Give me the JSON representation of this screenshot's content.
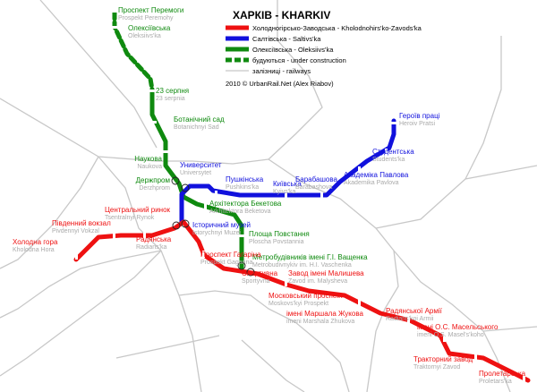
{
  "title": "ХАРКІВ - KHARKIV",
  "credit": "2010 © UrbanRail.Net (Alex Riabov)",
  "colors": {
    "red": "#ee1111",
    "blue": "#1111dd",
    "green": "#0f8a0f",
    "rail": "#c8c8c8"
  },
  "legend": [
    {
      "key": "red",
      "style": "solid",
      "label_ua": "Холодногірсько-Заводська",
      "label_en": "Kholodnohirs'ko-Zavods'ka"
    },
    {
      "key": "blue",
      "style": "solid",
      "label_ua": "Салтівська",
      "label_en": "Saltivs'ka"
    },
    {
      "key": "green",
      "style": "solid",
      "label_ua": "Олексіївська",
      "label_en": "Oleksiivs'ka"
    },
    {
      "key": "green",
      "style": "dashed",
      "label_ua": "будуються",
      "label_en": "under construction"
    },
    {
      "key": "rail",
      "style": "thin",
      "label_ua": "залізниці",
      "label_en": "railways"
    }
  ],
  "legend_sep": " - ",
  "stations": [
    {
      "id": "prospekt-peremohy",
      "ua": "Проспект Перемоги",
      "lat": "Prospekt Peremohy",
      "line": "green",
      "planned": true
    },
    {
      "id": "oleksiivska",
      "ua": "Олексіївська",
      "lat": "Oleksiivs'ka",
      "line": "green",
      "planned": true
    },
    {
      "id": "23-serpnia",
      "ua": "23 серпня",
      "lat": "23 serpnia",
      "line": "green"
    },
    {
      "id": "botanichnyi-sad",
      "ua": "Ботанічний сад",
      "lat": "Botanichnyi Sad",
      "line": "green"
    },
    {
      "id": "naukova",
      "ua": "Наукова",
      "lat": "Naukova",
      "line": "green"
    },
    {
      "id": "derzhprom",
      "ua": "Держпром",
      "lat": "Derzhprom",
      "line": "green"
    },
    {
      "id": "arkhitektora-beketova",
      "ua": "Архітектора Бекетова",
      "lat": "Arkhitektora Beketova",
      "line": "green"
    },
    {
      "id": "ploshcha-povstannia",
      "ua": "Площа Повстання",
      "lat": "Ploscha Povstannia",
      "line": "green"
    },
    {
      "id": "metrobudivnykiv",
      "ua": "Метробудівників імені Г.І. Ващенка",
      "lat": "Metrobudivnykiv im. H.I. Vaschenka",
      "line": "green"
    },
    {
      "id": "universytet",
      "ua": "Университет",
      "lat": "Universytet",
      "line": "blue"
    },
    {
      "id": "pushkinska",
      "ua": "Пушкінська",
      "lat": "Pushkins'ka",
      "line": "blue"
    },
    {
      "id": "kyivska",
      "ua": "Київська",
      "lat": "Kyivs'ka",
      "line": "blue"
    },
    {
      "id": "barabashova",
      "ua": "Барабашова",
      "lat": "Barabashova",
      "line": "blue"
    },
    {
      "id": "akademika-pavlova",
      "ua": "Академіка Павлова",
      "lat": "Akademika Pavlova",
      "line": "blue"
    },
    {
      "id": "studentska",
      "ua": "Студентська",
      "lat": "Students'ka",
      "line": "blue"
    },
    {
      "id": "heroiv-pratsi",
      "ua": "Героїв праці",
      "lat": "Heroiv Pratsi",
      "line": "blue"
    },
    {
      "id": "istorychnyi-muzei",
      "ua": "Історичний музей",
      "lat": "Istorychnyi Muzei",
      "line": "blue"
    },
    {
      "id": "kholodna-hora",
      "ua": "Холодна гора",
      "lat": "Kholodna Hora",
      "line": "red"
    },
    {
      "id": "pivdennyi-vokzal",
      "ua": "Південний вокзал",
      "lat": "Pivdennyi Vokzal",
      "line": "red"
    },
    {
      "id": "tsentralnyi-rynok",
      "ua": "Центральний ринок",
      "lat": "Tsentralnyi Rynok",
      "line": "red"
    },
    {
      "id": "radianska",
      "ua": "Радянська",
      "lat": "Radians'ka",
      "line": "red"
    },
    {
      "id": "prospekt-haharina",
      "ua": "Проспект Гагаріна",
      "lat": "Prospekt Gagarina",
      "line": "red"
    },
    {
      "id": "sportyvna",
      "ua": "Спортивна",
      "lat": "Sportyvna",
      "line": "red"
    },
    {
      "id": "zavod-malysheva",
      "ua": "Завод імені Малишева",
      "lat": "Zavod im. Malysheva",
      "line": "red"
    },
    {
      "id": "moskovskyi-prospekt",
      "ua": "Московський проспект",
      "lat": "Moskovs'kyi Prospekt",
      "line": "red"
    },
    {
      "id": "marshala-zhukova",
      "ua": "імені Маршала Жукова",
      "lat": "imeni Marshala Zhukova",
      "line": "red"
    },
    {
      "id": "radianskoi-armii",
      "ua": "Радянської Армії",
      "lat": "Radians'koi Armii",
      "line": "red"
    },
    {
      "id": "maselskoho",
      "ua": "імені О.С. Масельського",
      "lat": "imeni O.S. Masel's'koho",
      "line": "red"
    },
    {
      "id": "traktornyi-zavod",
      "ua": "Тракторний завод",
      "lat": "Traktornyi Zavod",
      "line": "red"
    },
    {
      "id": "proletarska",
      "ua": "Пролетарська",
      "lat": "Proletars'ka",
      "line": "red"
    }
  ]
}
